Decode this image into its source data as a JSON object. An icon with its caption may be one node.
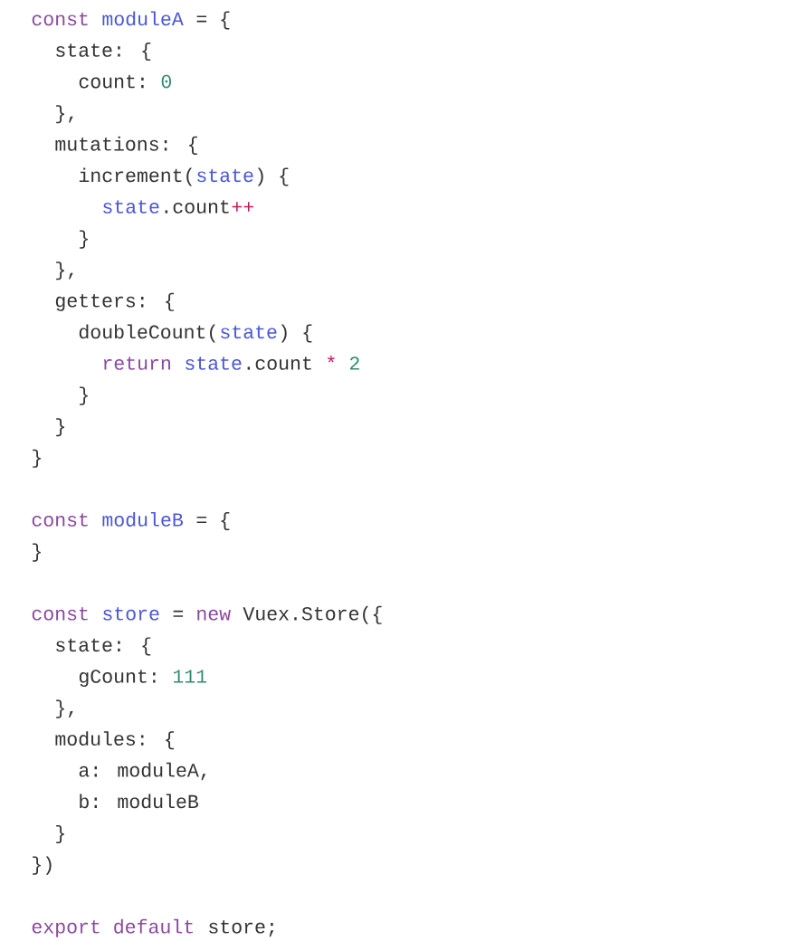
{
  "diagram": {
    "labels": [
      "const",
      "moduleA",
      "= {",
      "state: {",
      "count:",
      "0",
      "},",
      "mutations: {",
      "increment(",
      "state",
      ") {",
      "state",
      ".count",
      "++",
      "}",
      "},",
      "getters: {",
      "doubleCount(",
      "state",
      ") {",
      "return",
      "state",
      ".count",
      "*",
      "2",
      "}",
      "}",
      "}",
      "const",
      "moduleB",
      "= {",
      "}",
      "const",
      "store",
      "=",
      "new",
      "Vuex.Store({",
      "state: {",
      "gCount:",
      "111",
      "},",
      "modules: {",
      "a: moduleA,",
      "b: moduleB",
      "}",
      "})",
      "export default",
      "store;"
    ]
  }
}
